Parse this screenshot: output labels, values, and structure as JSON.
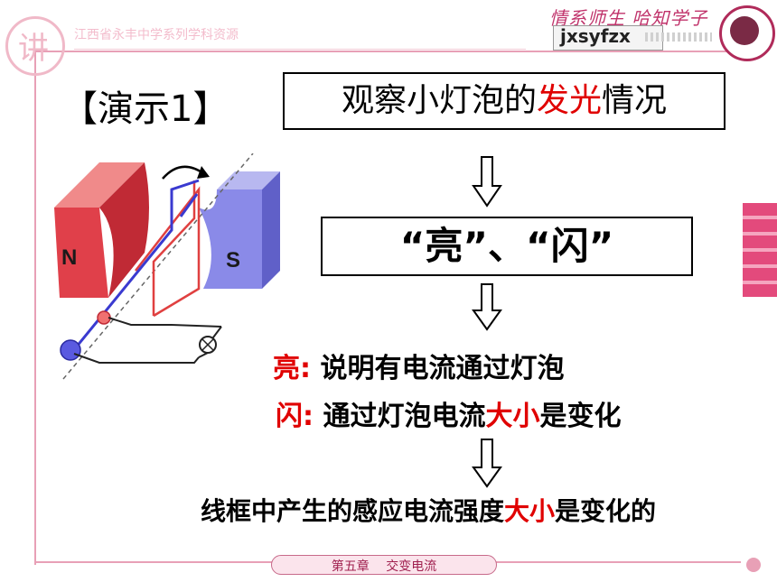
{
  "header": {
    "org_text": "江西省永丰中学系列学科资源",
    "slogan": "情系师生 哈知学子",
    "brand": "jxsyfzx"
  },
  "slide": {
    "demo_label": "【演示1】",
    "observe": {
      "pre": "观察小灯泡的",
      "red": "发光",
      "post": "情况"
    },
    "bright_flash": "“亮”、“闪”",
    "line1": {
      "key": "亮:",
      "text": " 说明有电流通过灯泡"
    },
    "line2": {
      "key": "闪:",
      "pre": " 通过灯泡电流",
      "red": "大小",
      "post": "是变化"
    },
    "conclusion": {
      "pre": "线框中产生的感应电流强度",
      "red": "大小",
      "post": "是变化的"
    }
  },
  "diagram": {
    "north_label": "N",
    "south_label": "S"
  },
  "footer": {
    "chapter": "第五章　 交变电流"
  },
  "colors": {
    "accent_pink": "#e34a7c",
    "highlight_red": "#e00000",
    "magnet_north": "#e0404a",
    "magnet_south": "#8a8ae8"
  }
}
